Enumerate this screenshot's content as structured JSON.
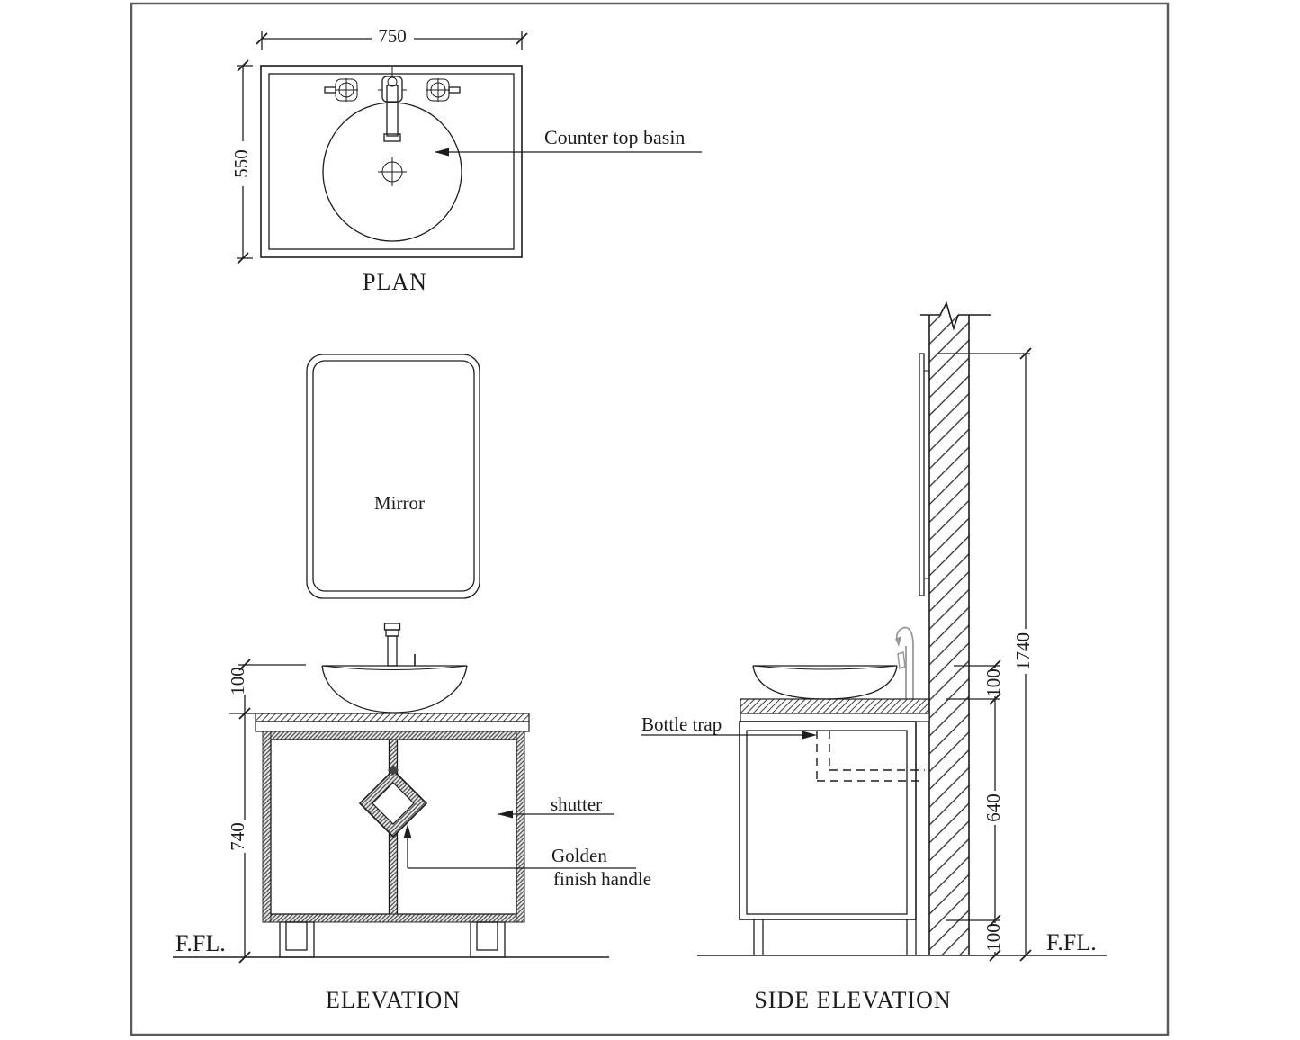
{
  "palette": {
    "line_color": "#1c1c1c",
    "frame_border_color": "#5a5a5a",
    "faucet_gray": "#999999",
    "background": "#ffffff"
  },
  "views": {
    "plan": {
      "title": "PLAN",
      "dim_width": "750",
      "dim_depth": "550",
      "basin_label": "Counter top basin"
    },
    "elevation": {
      "title": "ELEVATION",
      "mirror_label": "Mirror",
      "dim_basin_height": "100",
      "dim_cabinet_height": "740",
      "shutter_label": "shutter",
      "handle_label_line1": "Golden",
      "handle_label_line2": "finish handle",
      "floor_label": "F.FL."
    },
    "side_elevation": {
      "title": "SIDE ELEVATION",
      "bottle_trap_label": "Bottle trap",
      "dim_total_height": "1740",
      "dim_basin_height": "100",
      "dim_counter_to_base": "640",
      "dim_base_to_floor": "100",
      "floor_label": "F.FL."
    }
  }
}
